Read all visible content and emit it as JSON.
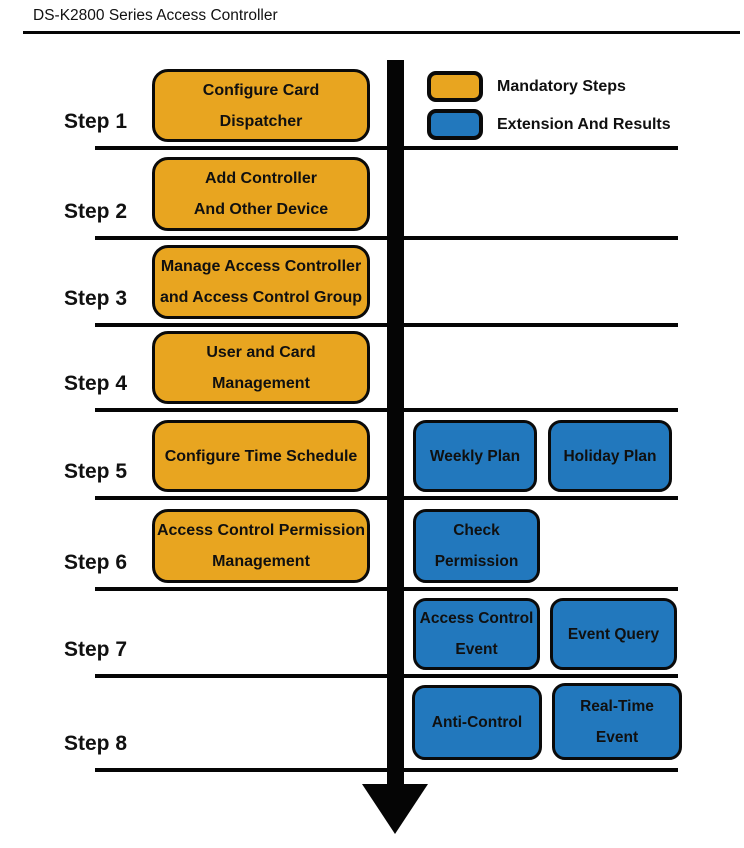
{
  "header": {
    "title": "DS-K2800 Series Access Controller"
  },
  "legend": {
    "mandatory": {
      "label": "Mandatory Steps",
      "color": "#E8A520"
    },
    "extension": {
      "label": "Extension And Results",
      "color": "#2278BD"
    }
  },
  "steps": [
    {
      "label": "Step 1",
      "mandatory": {
        "lines": [
          "Configure Card",
          "Dispatcher"
        ]
      },
      "extensions": []
    },
    {
      "label": "Step 2",
      "mandatory": {
        "lines": [
          "Add Controller",
          "And Other Device"
        ]
      },
      "extensions": []
    },
    {
      "label": "Step 3",
      "mandatory": {
        "lines": [
          "Manage Access Controller",
          "and Access Control Group"
        ]
      },
      "extensions": []
    },
    {
      "label": "Step 4",
      "mandatory": {
        "lines": [
          "User and Card",
          "Management"
        ]
      },
      "extensions": []
    },
    {
      "label": "Step 5",
      "mandatory": {
        "lines": [
          "Configure Time Schedule"
        ]
      },
      "extensions": [
        {
          "lines": [
            "Weekly Plan"
          ]
        },
        {
          "lines": [
            "Holiday Plan"
          ]
        }
      ]
    },
    {
      "label": "Step 6",
      "mandatory": {
        "lines": [
          "Access Control Permission",
          "Management"
        ]
      },
      "extensions": [
        {
          "lines": [
            "Check",
            "Permission"
          ]
        }
      ]
    },
    {
      "label": "Step 7",
      "extensions": [
        {
          "lines": [
            "Access Control",
            "Event"
          ]
        },
        {
          "lines": [
            "Event Query"
          ]
        }
      ]
    },
    {
      "label": "Step 8",
      "extensions": [
        {
          "lines": [
            "Anti-Control"
          ]
        },
        {
          "lines": [
            "Real-Time",
            "Event"
          ]
        }
      ]
    }
  ]
}
